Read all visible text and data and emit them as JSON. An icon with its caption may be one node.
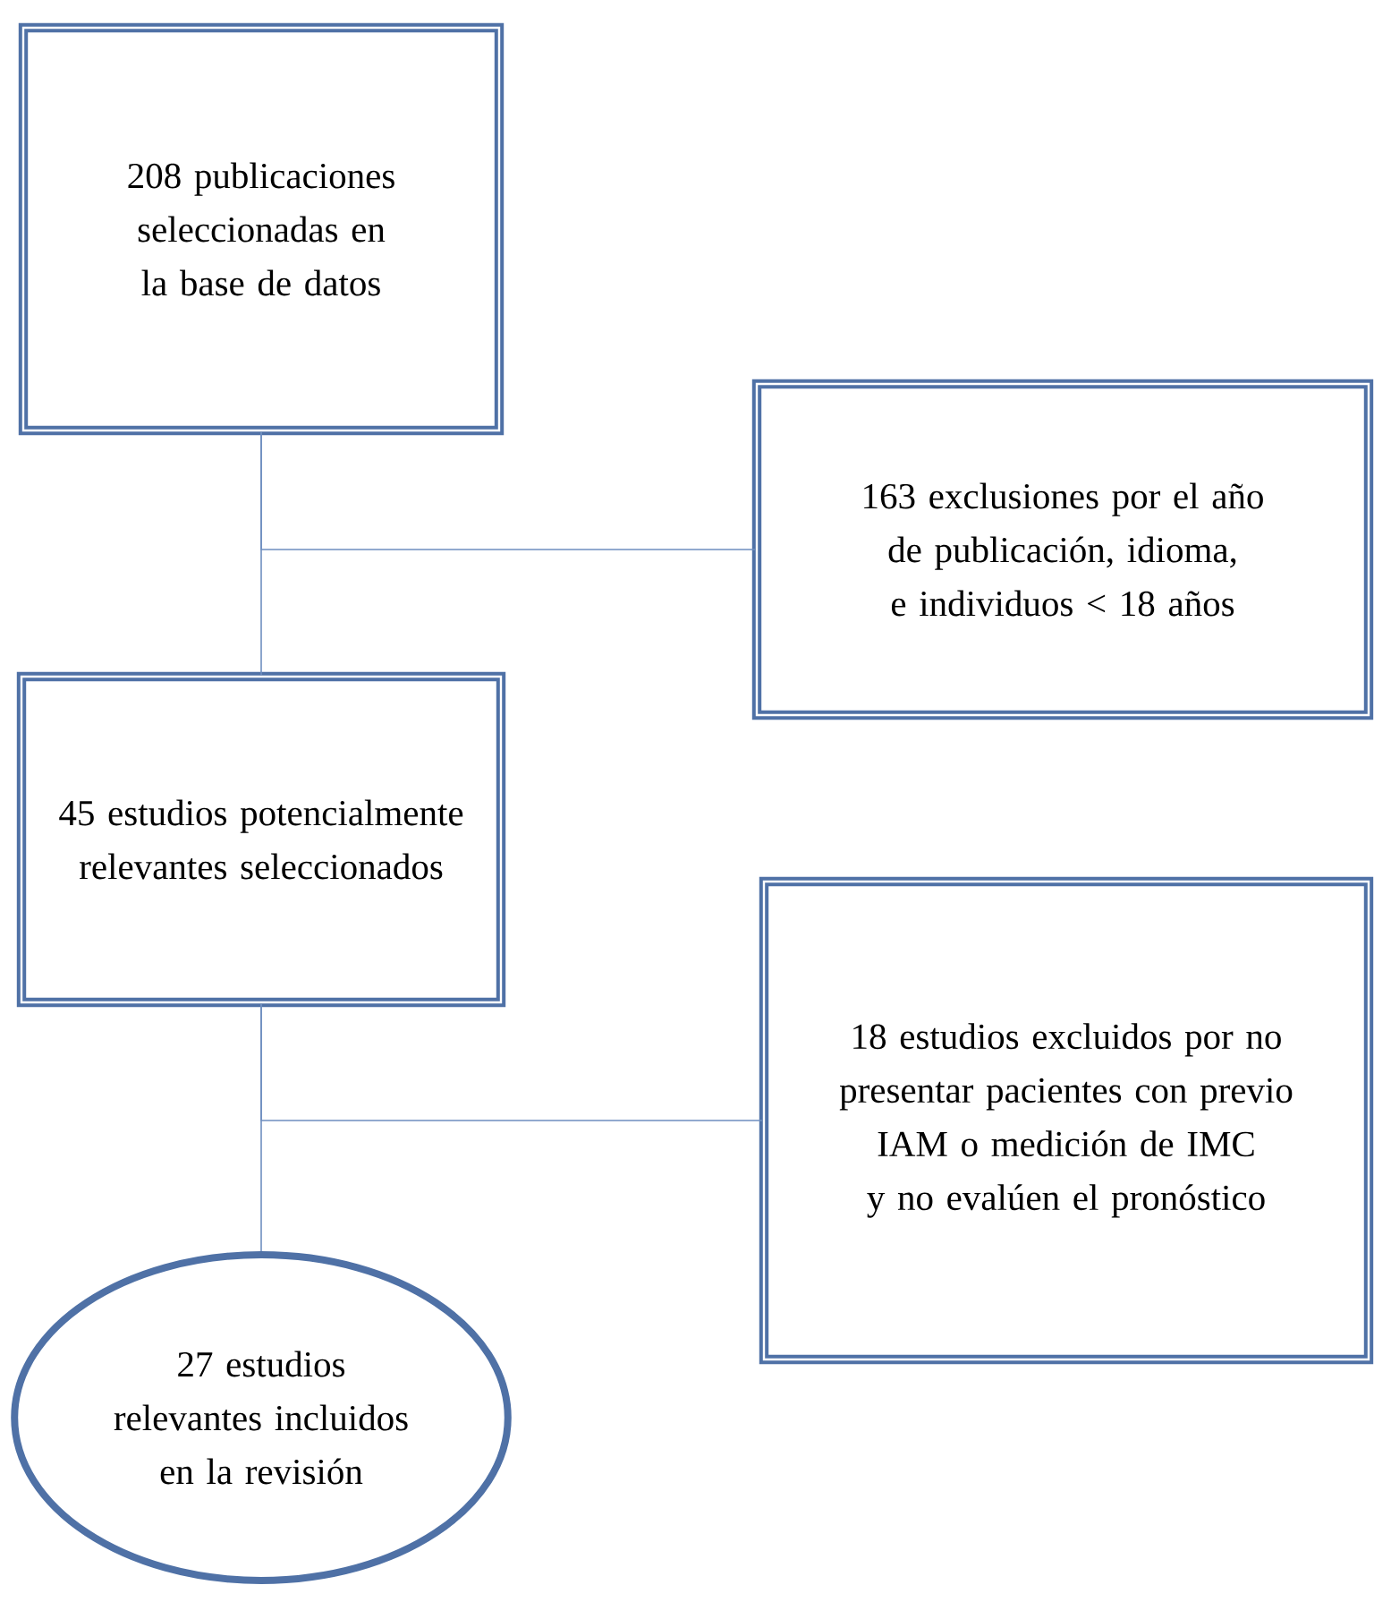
{
  "diagram": {
    "nodes": [
      {
        "text": [
          "208 publicaciones seleccionadas en la base de datos"
        ]
      },
      {
        "text": [
          "163 exclusiones por el año de publicación, idioma, e individuos < 18 años"
        ]
      },
      {
        "text": [
          "45 estudios potencialmente relevantes seleccionados"
        ]
      },
      {
        "text": [
          "18 estudios excluidos por no presentar pacientes con previo IAM o medición de IMC y no evalúen el pronóstico"
        ]
      },
      {
        "text": [
          "27 estudios relevantes incluidos en la revisión"
        ]
      }
    ],
    "edges": [
      {
        "from": 0,
        "to": 2,
        "arrow": "none"
      },
      {
        "from": 0,
        "to": 1,
        "arrow": "none"
      },
      {
        "from": 2,
        "to": 4,
        "arrow": "none"
      },
      {
        "from": 2,
        "to": 3,
        "arrow": "none"
      }
    ]
  }
}
